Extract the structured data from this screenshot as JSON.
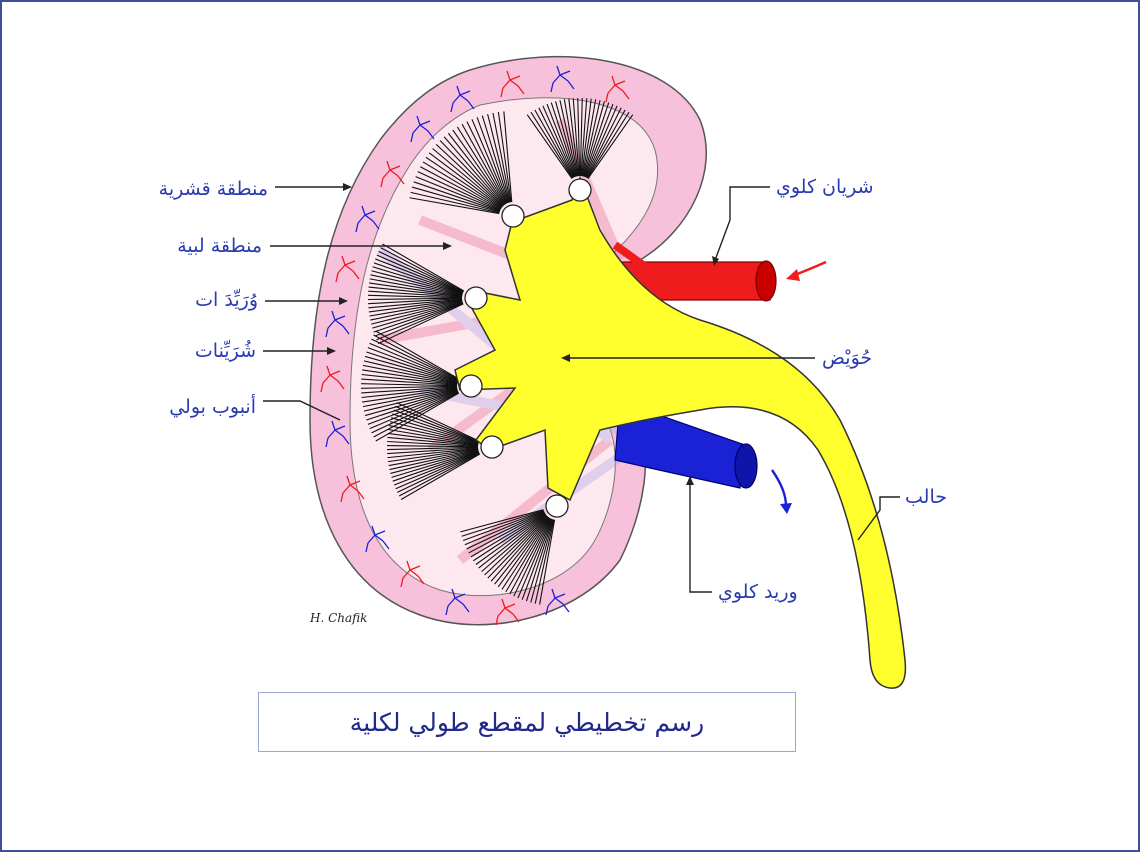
{
  "labels": {
    "cortex": "منطقة قشرية",
    "medulla": "منطقة لبية",
    "venules": "وُرَيِّدَ ات",
    "arterioles": "شُرَيِّنات",
    "tubule": "أنبوب بولي",
    "renal_artery": "شريان كلوي",
    "pelvis": "حُوَيْض",
    "ureter": "حالب",
    "renal_vein": "وريد كلوي"
  },
  "signature": "H. Chafik",
  "caption": "رسم تخطيطي لمقطع طولي لكلية",
  "colors": {
    "cortex_fill": "#f7c1dc",
    "medulla_fill": "#fde8f0",
    "pelvis_yellow": "#ffff2e",
    "artery_red": "#ee1c1c",
    "vein_blue": "#1b22d6",
    "label_blue": "#2a3bb0",
    "frame_blue": "#3b4f9a"
  }
}
